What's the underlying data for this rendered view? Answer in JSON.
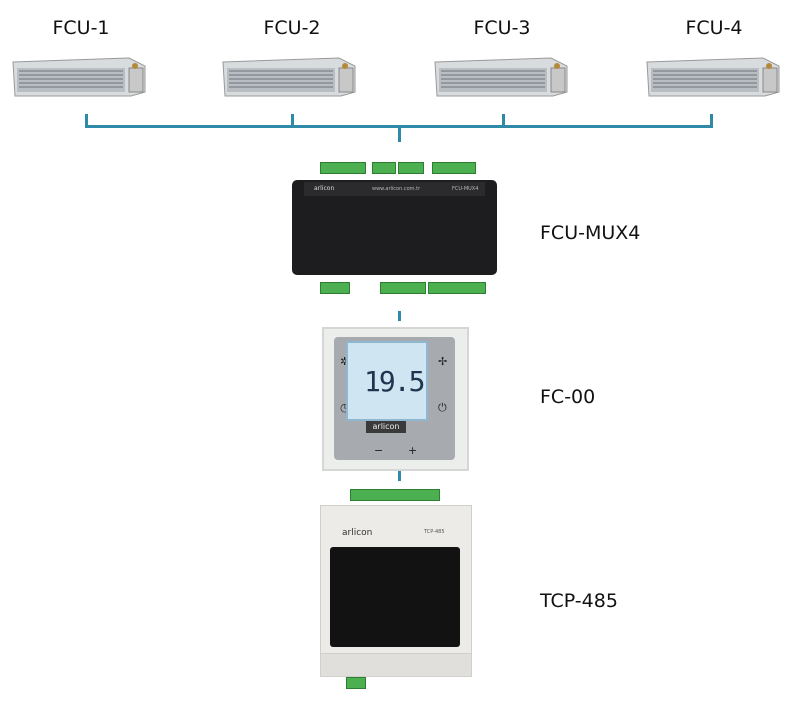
{
  "fcus": [
    {
      "label": "FCU-1"
    },
    {
      "label": "FCU-2"
    },
    {
      "label": "FCU-3"
    },
    {
      "label": "FCU-4"
    }
  ],
  "devices": {
    "mux": {
      "label": "FCU-MUX4",
      "brand": "arlicon",
      "url": "www.arlicon.com.tr",
      "model_print": "FCU-MUX4"
    },
    "thermostat": {
      "label": "FC-00",
      "display_temp": "19.5",
      "brand": "arlicon"
    },
    "gateway": {
      "label": "TCP-485",
      "brand": "arlicon",
      "model_print": "TCP-485"
    }
  },
  "colors": {
    "bus_line": "#2e8aa6",
    "module_black": "#1d1d1f",
    "terminal_green": "#4caf50"
  }
}
